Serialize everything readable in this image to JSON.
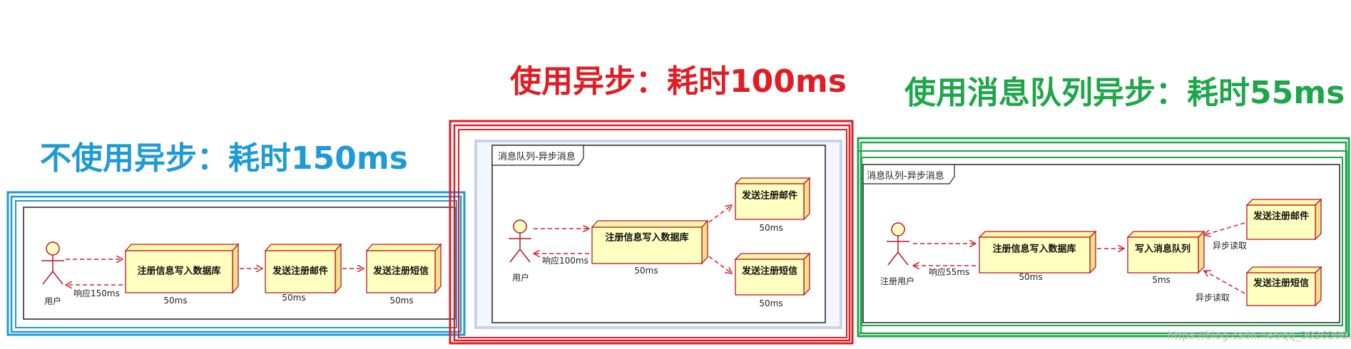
{
  "headings": {
    "left": "不使用异步：耗时150ms",
    "middle": "使用异步：耗时100ms",
    "right": "使用消息队列异步：耗时55ms"
  },
  "colors": {
    "left": "#1f9ad6",
    "middle": "#e01c24",
    "right": "#1fa64a",
    "node_fill": "#ffffc0",
    "node_stroke": "#b8172a",
    "arrow": "#d0202c"
  },
  "diagram1": {
    "actor": "用户",
    "response": "响应150ms",
    "nodes": [
      {
        "label": "注册信息写入数据库",
        "time": "50ms"
      },
      {
        "label": "发送注册邮件",
        "time": "50ms"
      },
      {
        "label": "发送注册短信",
        "time": "50ms"
      }
    ]
  },
  "diagram2": {
    "frame_title": "消息队列-异步消息",
    "actor": "用户",
    "response": "响应100ms",
    "nodes": [
      {
        "label": "注册信息写入数据库",
        "time": "50ms"
      },
      {
        "label": "发送注册邮件",
        "time": "50ms"
      },
      {
        "label": "发送注册短信",
        "time": "50ms"
      }
    ]
  },
  "diagram3": {
    "frame_title": "消息队列-异步消息",
    "actor": "注册用户",
    "response": "响应55ms",
    "read_label": "异步读取",
    "nodes": [
      {
        "label": "注册信息写入数据库",
        "time": "50ms"
      },
      {
        "label": "写入消息队列",
        "time": "5ms"
      },
      {
        "label": "发送注册邮件",
        "time": ""
      },
      {
        "label": "发送注册短信",
        "time": ""
      }
    ]
  },
  "watermark": "https://blog.csdn.net/qq_38263083"
}
